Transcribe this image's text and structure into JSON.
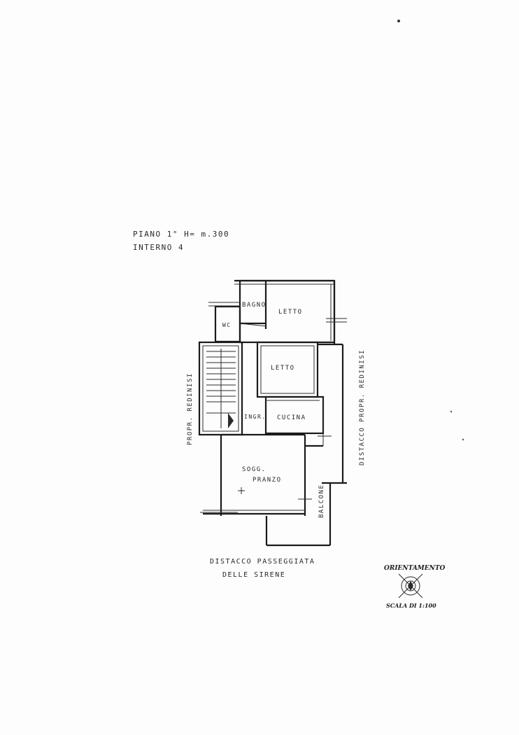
{
  "header": {
    "floor_line": "PIANO 1° H= m.300",
    "unit_line": "INTERNO 4"
  },
  "rooms": {
    "bagno": "BAGNO",
    "letto_1": "LETTO",
    "wc": "WC",
    "letto_2": "LETTO",
    "ingresso": "INGR.",
    "cucina": "CUCINA",
    "soggiorno_1": "SOGG.",
    "soggiorno_2": "PRANZO",
    "balcone": "BALCONE"
  },
  "side_labels": {
    "left": "PROPR. REDINISI",
    "right": "DISTACCO PROPR. REDINISI"
  },
  "bottom_label": {
    "line1": "DISTACCO PASSEGGIATA",
    "line2": "DELLE SIRENE"
  },
  "orientation": {
    "title": "ORIENTAMENTO",
    "scale": "SCALA DI 1:100",
    "icon": "compass-icon"
  }
}
